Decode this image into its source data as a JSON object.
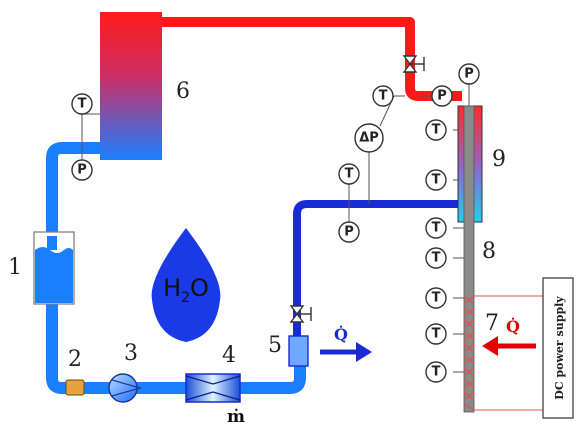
{
  "component_numbers": [
    "1",
    "2",
    "3",
    "4",
    "5",
    "6",
    "7",
    "8",
    "9"
  ],
  "sensor_labels": {
    "temperature": "T",
    "pressure": "P",
    "differential_pressure": "ΔP"
  },
  "water_label": {
    "prefix": "H",
    "subscript": "2",
    "suffix": "O"
  },
  "mass_flow_label": "ṁ",
  "heat_flow_label": "Q̇",
  "power_supply_label": "DC power supply",
  "colors": {
    "cold": "#1565ff",
    "cold_dark": "#1a2bd6",
    "hot": "#ff1a1a",
    "tank_top": "#ff2020",
    "tank_bottom": "#1a7fff",
    "heater": "#e05050",
    "rod": "#8a8a8a",
    "filter": "#e6a23c"
  }
}
